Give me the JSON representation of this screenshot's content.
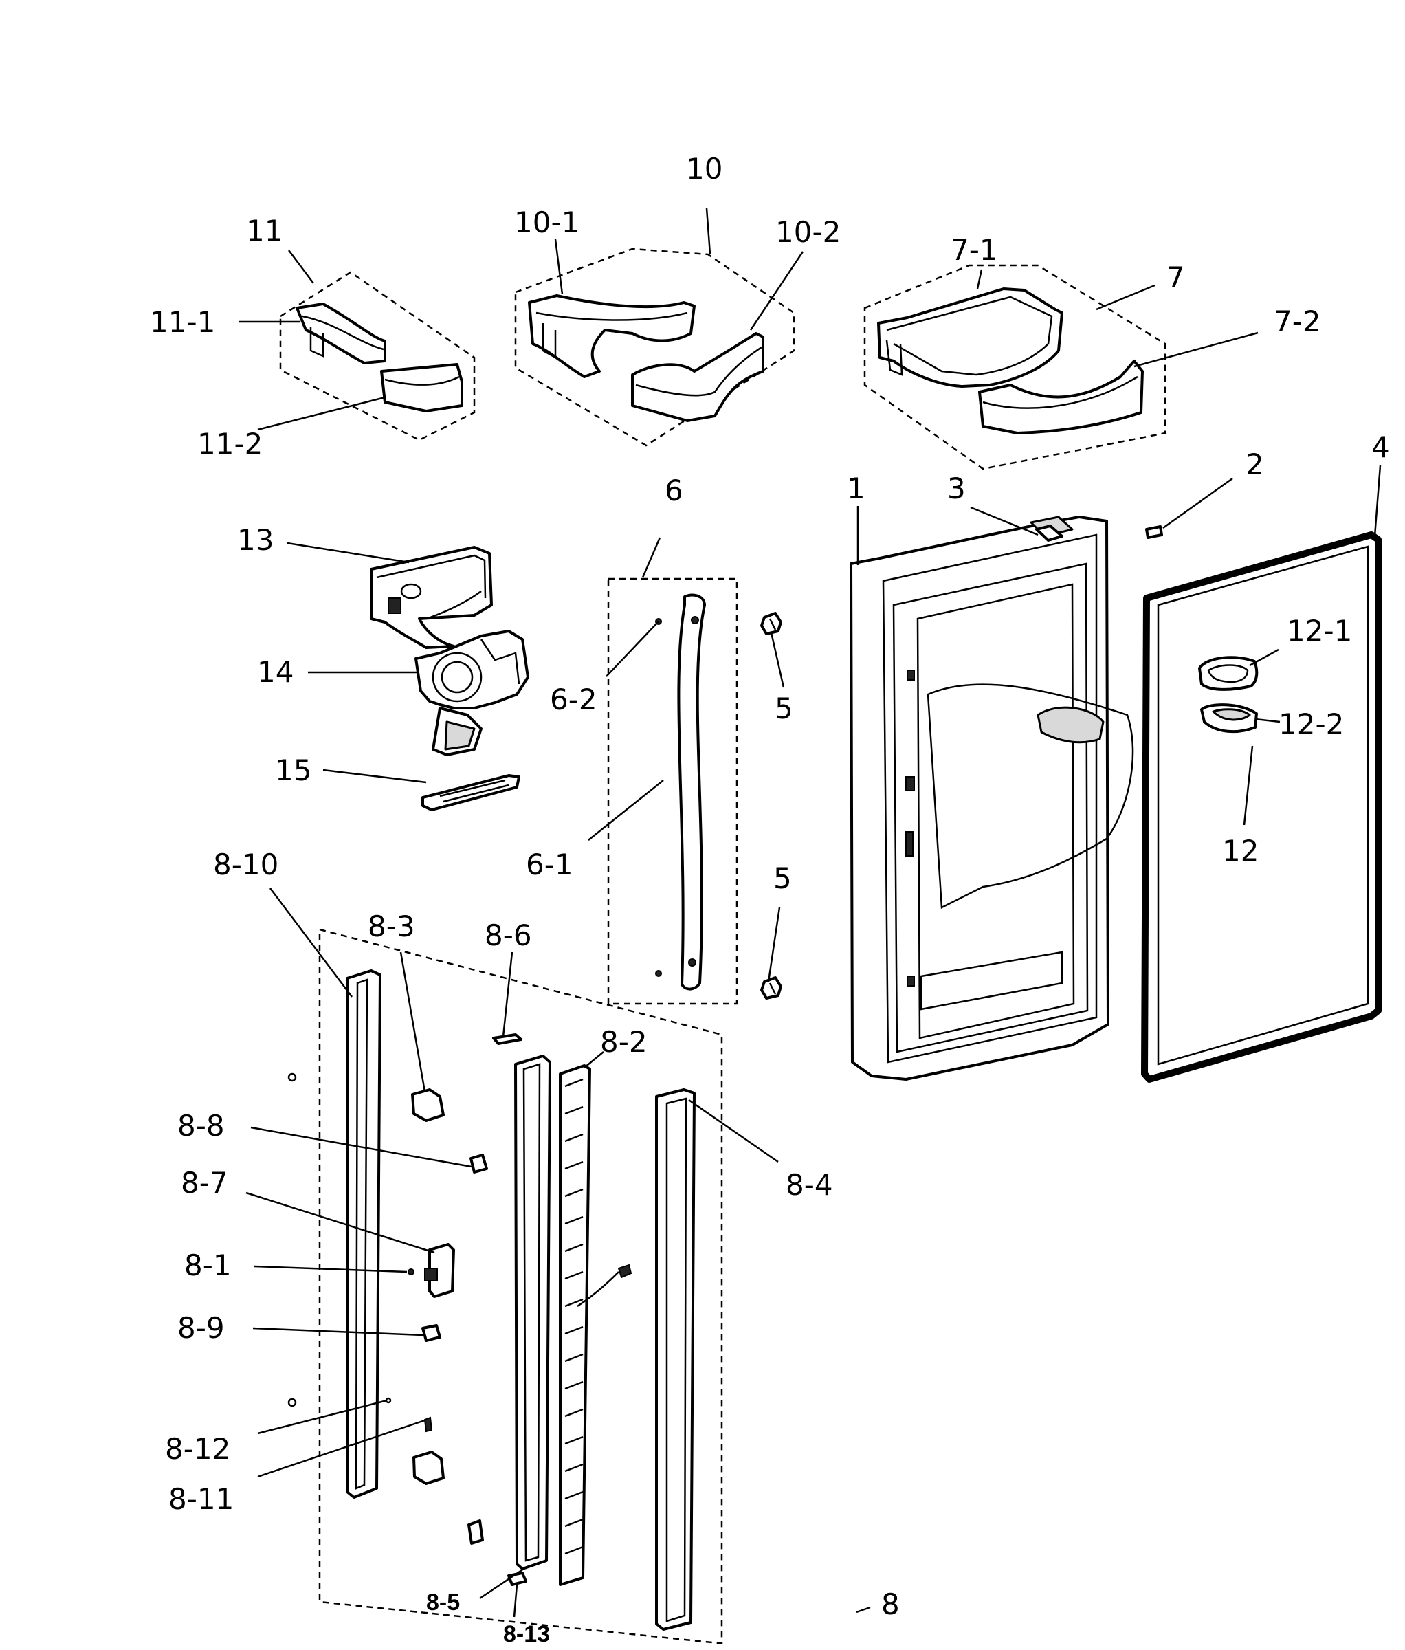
{
  "labels": {
    "p11": "11",
    "p11_1": "11-1",
    "p11_2": "11-2",
    "p10": "10",
    "p10_1": "10-1",
    "p10_2": "10-2",
    "p7_1": "7-1",
    "p7": "7",
    "p7_2": "7-2",
    "p4": "4",
    "p2": "2",
    "p3": "3",
    "p1": "1",
    "p6": "6",
    "p6_2": "6-2",
    "p6_1": "6-1",
    "p13": "13",
    "p14": "14",
    "p15": "15",
    "p5a": "5",
    "p5b": "5",
    "p12_1": "12-1",
    "p12_2": "12-2",
    "p12": "12",
    "p8_10": "8-10",
    "p8_3": "8-3",
    "p8_6": "8-6",
    "p8_2": "8-2",
    "p8_8": "8-8",
    "p8_7": "8-7",
    "p8_4": "8-4",
    "p8_1": "8-1",
    "p8_9": "8-9",
    "p8_12": "8-12",
    "p8_11": "8-11",
    "p8_5": "8-5",
    "p8_13": "8-13",
    "p8": "8"
  }
}
